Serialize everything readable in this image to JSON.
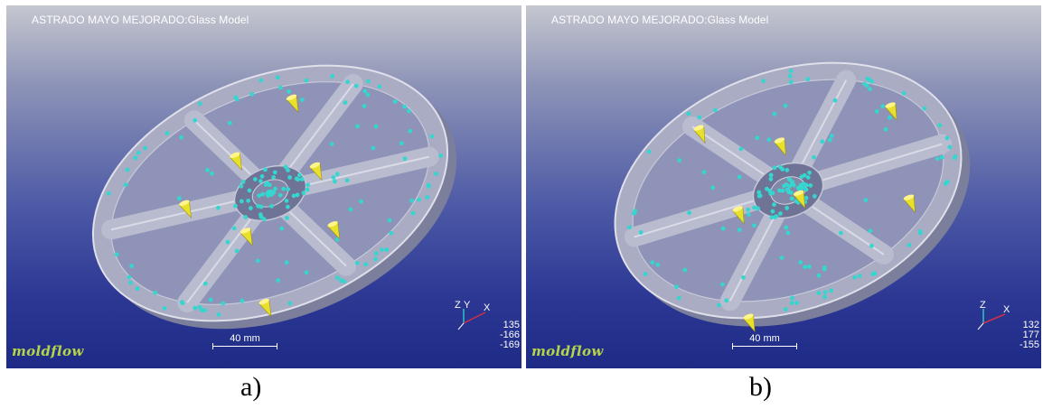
{
  "panels": [
    {
      "title": "ASTRADO MAYO MEJORADO:Glass Model",
      "scale_label": "40 mm",
      "logo": "moldflow",
      "axis_labels": [
        "Z",
        "Y",
        "X"
      ],
      "coords": [
        "135",
        "-166",
        "-169"
      ],
      "caption": "a)"
    },
    {
      "title": "ASTRADO MAYO MEJORADO:Glass Model",
      "scale_label": "40 mm",
      "logo": "moldflow",
      "axis_labels": [
        "Z",
        "X"
      ],
      "coords": [
        "132",
        "177",
        "-155"
      ],
      "caption": "b)"
    }
  ],
  "colors": {
    "background_top": "#c5c7cf",
    "background_bottom": "#1e2b86",
    "model_fill": "#a9acc3",
    "node_points": "#34d6cf",
    "injection_points": "#e8e02a",
    "logo": "#b6d44a"
  }
}
